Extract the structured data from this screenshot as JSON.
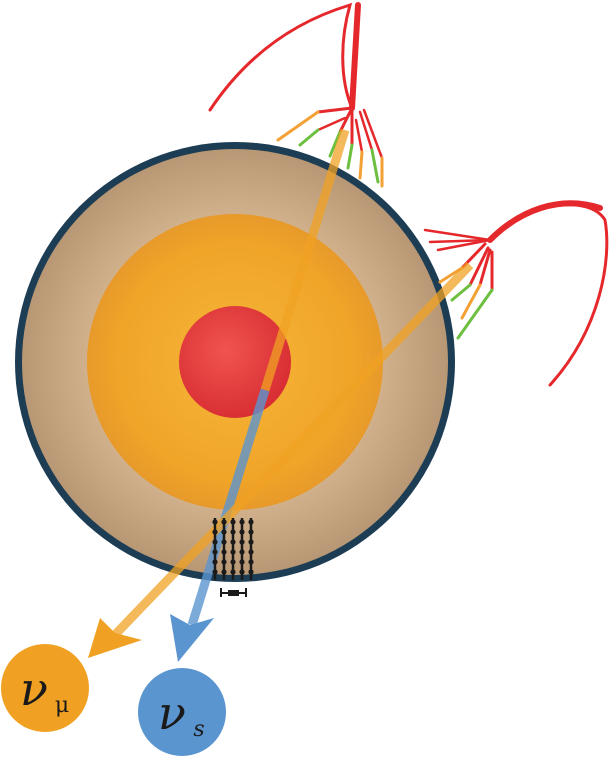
{
  "labels": {
    "muon_neutrino": {
      "symbol": "ν",
      "subscript": "μ"
    },
    "sterile_neutrino": {
      "symbol": "ν",
      "subscript": "s"
    }
  },
  "colors": {
    "mantle_outer": "#c9a983",
    "mantle_inner": "#e0b98a",
    "outer_core": "#f0a428",
    "inner_core": "#e23a3a",
    "crust_rim": "#1d3d55",
    "cosmic_ray": "#e5282b",
    "shower_orange": "#f3a035",
    "shower_green": "#6dbf3f",
    "muon_neutrino": "#f0a123",
    "sterile_neutrino": "#5b95cf",
    "detector": "#1a1a1a"
  },
  "icons": [
    "cosmic-ray-shower",
    "earth-layers",
    "detector-array",
    "neutrino-badge"
  ]
}
